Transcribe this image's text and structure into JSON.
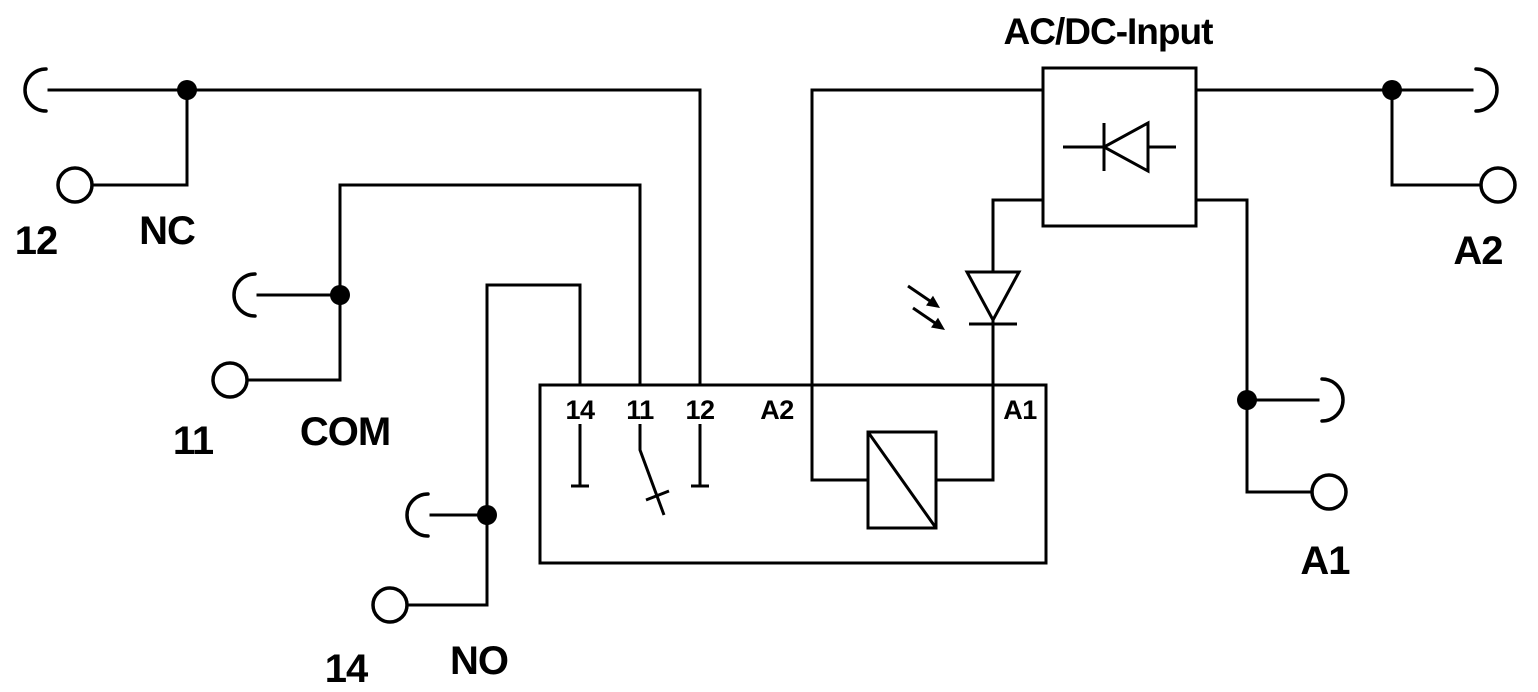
{
  "colors": {
    "background": "#ffffff",
    "ink": "#000000"
  },
  "title": "AC/DC-Input",
  "terminals": {
    "nc": {
      "number": "12",
      "label": "NC"
    },
    "com": {
      "number": "11",
      "label": "COM"
    },
    "no": {
      "number": "14",
      "label": "NO"
    },
    "a2": {
      "label": "A2"
    },
    "a1": {
      "label": "A1"
    }
  },
  "relay_pins": [
    "14",
    "11",
    "12",
    "A2",
    "A1"
  ]
}
